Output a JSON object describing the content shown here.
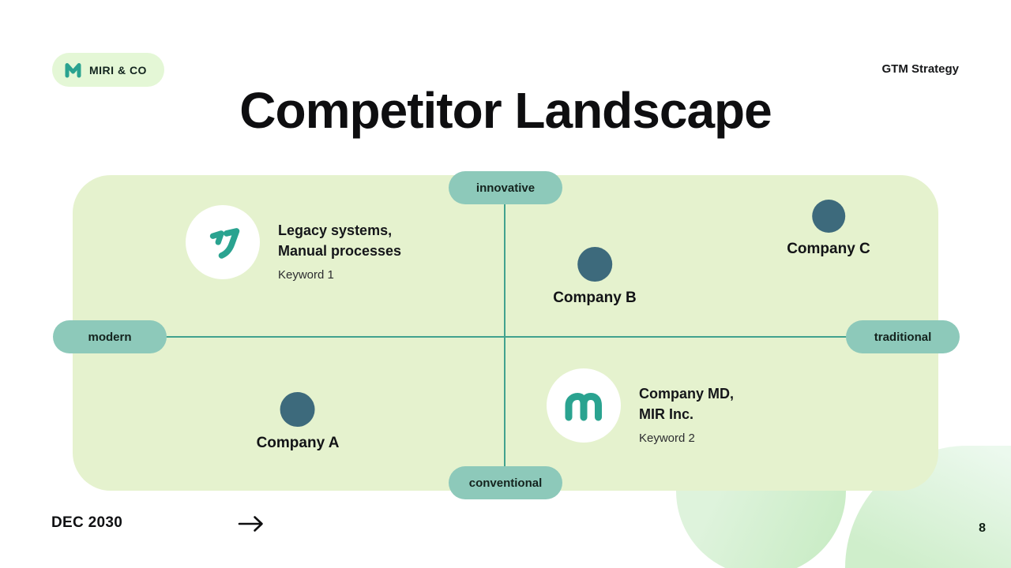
{
  "brand": {
    "name": "MIRI & CO"
  },
  "header": {
    "tag": "GTM Strategy",
    "title": "Competitor Landscape"
  },
  "matrix": {
    "type": "quadrant-scatter",
    "axes": {
      "top": "innovative",
      "bottom": "conventional",
      "left": "modern",
      "right": "traditional"
    },
    "cards": [
      {
        "line1": "Legacy systems,",
        "line2": "Manual processes",
        "keyword": "Keyword 1",
        "logo": "quote-marks-logo-icon"
      },
      {
        "line1": "Company MD,",
        "line2": "MIR Inc.",
        "keyword": "Keyword 2",
        "logo": "m-logo-icon"
      }
    ],
    "points": [
      {
        "label": "Company A",
        "x_pct": 26,
        "y_pct": 74,
        "quadrant": "modern-conventional"
      },
      {
        "label": "Company B",
        "x_pct": 60,
        "y_pct": 28,
        "quadrant": "traditional-innovative"
      },
      {
        "label": "Company C",
        "x_pct": 87,
        "y_pct": 13,
        "quadrant": "traditional-innovative"
      }
    ]
  },
  "icons": {
    "brand_logo": "m-monogram-icon",
    "card1_logo": "quote-marks-logo-icon",
    "card2_logo": "m-logo-icon",
    "footer_arrow": "right-arrow-icon"
  },
  "colors": {
    "panel_bg": "#e5f2ce",
    "badge_bg": "#e4f7d6",
    "pill_bg": "#8dc9ba",
    "axis_line": "#41a28e",
    "dot": "#3d6a7c",
    "logo_teal": "#2aa390",
    "text": "#111111"
  },
  "footer": {
    "date": "DEC 2030",
    "page": "8"
  }
}
